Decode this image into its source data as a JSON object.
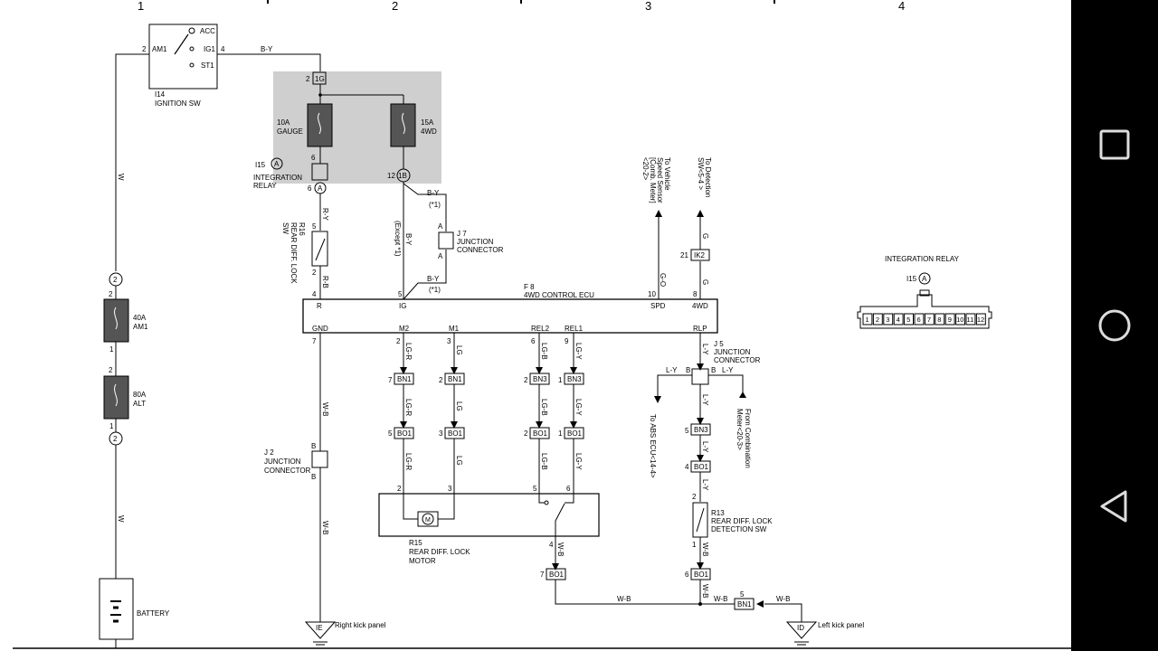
{
  "columns": [
    "1",
    "2",
    "3",
    "4"
  ],
  "ignition": {
    "pins": {
      "left": "2",
      "right": "4"
    },
    "terminals": [
      "AM1",
      "ACC",
      "IG1",
      "ST1"
    ],
    "code": "I14",
    "name": "IGNITION SW"
  },
  "fuse_box": {
    "top_conn": {
      "pin": "2",
      "code": "1G"
    },
    "bottom_conn": {
      "pin": "12",
      "code": "1B"
    },
    "fuse_gauge": {
      "rating": "10A",
      "name": "GAUGE"
    },
    "fuse_4wd": {
      "rating": "15A",
      "name": "4WD"
    }
  },
  "integration_relay": {
    "code": "I15",
    "connector": "A",
    "pin_top": "6",
    "pin_bottom": "6",
    "name_l1": "INTEGRATION",
    "name_l2": "RELAY"
  },
  "fusible_links": {
    "am1": {
      "rating": "40A",
      "name": "AM1",
      "pin_top": "2",
      "pin_bottom": "1"
    },
    "alt": {
      "rating": "80A",
      "name": "ALT",
      "pin_top": "2",
      "pin_bottom": "1"
    },
    "circle_top": "2",
    "circle_bottom": "2"
  },
  "switch_r16": {
    "code": "R16",
    "name_l1": "REAR DIFF. LOCK",
    "name_l2": "SW",
    "pin_top": "5",
    "pin_bottom": "2"
  },
  "j7": {
    "code": "J 7",
    "name_l1": "JUNCTION",
    "name_l2": "CONNECTOR",
    "pin_a1": "A",
    "pin_a2": "A",
    "note_top": "(*1)",
    "note_bottom": "(*1)",
    "note_except": "(Except *1)"
  },
  "ecu": {
    "code": "F 8",
    "name": "4WD CONTROL ECU",
    "top_pins": [
      {
        "num": "4",
        "label": "R"
      },
      {
        "num": "5",
        "label": "IG"
      },
      {
        "num": "10",
        "label": "SPD"
      },
      {
        "num": "8",
        "label": "4WD"
      }
    ],
    "bottom_pins": [
      {
        "num": "7",
        "label": "GND"
      },
      {
        "num": "2",
        "label": "M2"
      },
      {
        "num": "3",
        "label": "M1"
      },
      {
        "num": "6",
        "label": "REL2"
      },
      {
        "num": "9",
        "label": "REL1"
      },
      {
        "num": "",
        "label": "RLP"
      }
    ]
  },
  "wire_colors": {
    "b_y": "B-Y",
    "w": "W",
    "r_y": "R-Y",
    "r_b": "R-B",
    "w_b": "W-B",
    "g_o": "G-O",
    "g": "G",
    "lg_r": "LG-R",
    "lg": "LG",
    "lg_b": "LG-B",
    "lg_y": "LG-Y",
    "l_y": "L-Y",
    "b": "B"
  },
  "connectors": {
    "bn1_a": {
      "pin": "7",
      "code": "BN1"
    },
    "bn1_b": {
      "pin": "2",
      "code": "BN1"
    },
    "bn3_a": {
      "pin": "2",
      "code": "BN3"
    },
    "bn3_b": {
      "pin": "1",
      "code": "BN3"
    },
    "bo1_a": {
      "pin": "5",
      "code": "BO1"
    },
    "bo1_b": {
      "pin": "3",
      "code": "BO1"
    },
    "bo1_c": {
      "pin": "2",
      "code": "BO1"
    },
    "bo1_d": {
      "pin": "1",
      "code": "BO1"
    },
    "bn3_r": {
      "pin": "5",
      "code": "BN3"
    },
    "bo1_r1": {
      "pin": "4",
      "code": "BO1"
    },
    "bo1_r2": {
      "pin": "6",
      "code": "BO1"
    },
    "bo1_bot": {
      "pin": "7",
      "code": "BO1"
    },
    "bn1_bot": {
      "pin": "5",
      "code": "BN1"
    },
    "ik2": {
      "pin": "21",
      "code": "IK2"
    }
  },
  "motor_r15": {
    "code": "R15",
    "name_l1": "REAR DIFF. LOCK",
    "name_l2": "MOTOR",
    "pins": [
      "2",
      "3",
      "5",
      "6",
      "4"
    ],
    "symbol": "M"
  },
  "j5": {
    "code": "J 5",
    "name_l1": "JUNCTION",
    "name_l2": "CONNECTOR"
  },
  "j2": {
    "code": "J 2",
    "name_l1": "JUNCTION",
    "name_l2": "CONNECTOR"
  },
  "r13": {
    "code": "R13",
    "name_l1": "REAR DIFF. LOCK",
    "name_l2": "DETECTION SW",
    "pin_top": "2",
    "pin_bottom": "1"
  },
  "refs": {
    "vss_l1": "To Vehicle",
    "vss_l2": "Speed Sensor",
    "vss_l3": "[Comb. Meter]",
    "vss_l4": "<20-2>",
    "det_l1": "To Detection",
    "det_l2": "SW<5-4 >",
    "abs": "To ABS ECU<14-4>",
    "comb_l1": "From Combination",
    "comb_l2": "Meter<20-3>"
  },
  "grounds": {
    "ie": {
      "code": "IE",
      "label": "Right kick panel"
    },
    "id": {
      "code": "ID",
      "label": "Left kick panel"
    }
  },
  "battery": {
    "name": "BATTERY"
  },
  "relay_connector": {
    "title": "INTEGRATION RELAY",
    "code": "I15",
    "letter": "A",
    "pins": [
      "1",
      "2",
      "3",
      "4",
      "5",
      "6",
      "7",
      "8",
      "9",
      "10",
      "11",
      "12"
    ]
  },
  "navbar": {
    "color": "#000000",
    "icons": [
      "square-icon",
      "circle-icon",
      "triangle-icon"
    ]
  }
}
